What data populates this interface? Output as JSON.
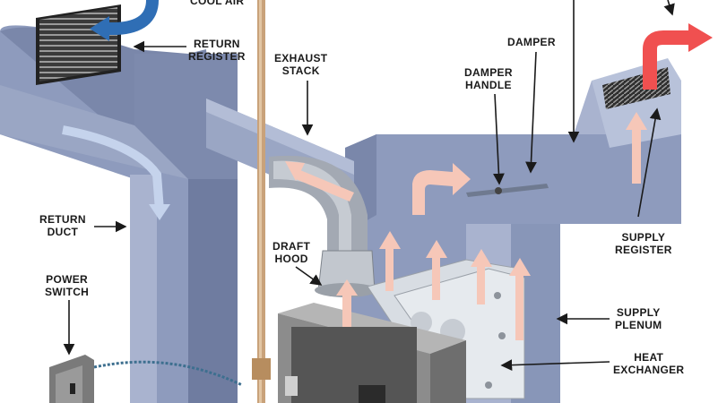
{
  "labels": {
    "cool_air": "COOL AIR",
    "return_register": [
      "RETURN",
      "REGISTER"
    ],
    "exhaust_stack": [
      "EXHAUST",
      "STACK"
    ],
    "damper": "DAMPER",
    "damper_handle": [
      "DAMPER",
      "HANDLE"
    ],
    "return_duct": [
      "RETURN",
      "DUCT"
    ],
    "draft_hood": [
      "DRAFT",
      "HOOD"
    ],
    "supply_register": [
      "SUPPLY",
      "REGISTER"
    ],
    "power_switch": [
      "POWER",
      "SWITCH"
    ],
    "supply_plenum": [
      "SUPPLY",
      "PLENUM"
    ],
    "heat_exchanger": [
      "HEAT",
      "EXCHANGER"
    ]
  },
  "colors": {
    "duct": "#8e9bbd",
    "duct_dark": "#6f7ca0",
    "duct_light": "#b3bdd6",
    "cool_air_arrow": "#2f6eb5",
    "warm_air_arrow": "#f08070",
    "hot_air_arrow": "#f05050",
    "flow_light": "#f6c7b8",
    "cabinet": "#8c8c8c",
    "gas_pipe": "#c9a27a"
  }
}
